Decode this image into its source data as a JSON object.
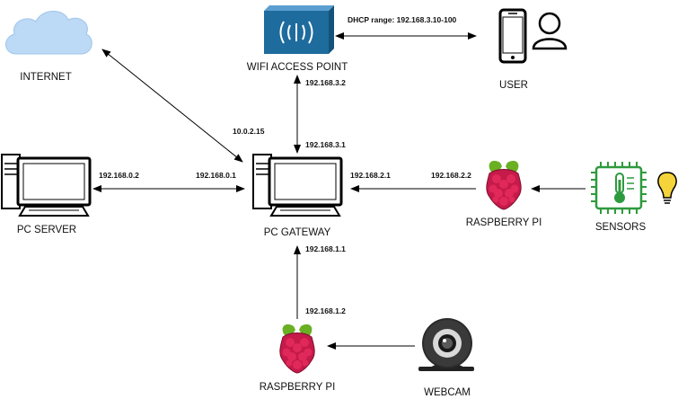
{
  "nodes": {
    "internet": "INTERNET",
    "wifi_access_point": "WIFI ACCESS POINT",
    "user": "USER",
    "pc_server": "PC SERVER",
    "pc_gateway": "PC GATEWAY",
    "raspberry_pi_right": "RASPBERRY PI",
    "sensors": "SENSORS",
    "raspberry_pi_bottom": "RASPBERRY PI",
    "webcam": "WEBCAM"
  },
  "edges": {
    "dhcp_range": "DHCP range: 192.168.3.10-100",
    "ap_ip": "192.168.3.2",
    "gateway_wifi_ip": "192.168.3.1",
    "gateway_internet_ip": "10.0.2.15",
    "server_ip": "192.168.0.2",
    "gateway_lan_ip": "192.168.0.1",
    "gateway_pi_ip": "192.168.2.1",
    "pi_right_ip": "192.168.2.2",
    "gateway_cam_ip": "192.168.1.1",
    "pi_bottom_ip": "192.168.1.2"
  },
  "colors": {
    "cloud": "#bcd9f5",
    "access_point": "#1e6b9e",
    "raspberry_red": "#c51a4a",
    "raspberry_leaf": "#6ab023",
    "sensor_green": "#2e9a3e",
    "bulb_yellow": "#f5d33a"
  },
  "icons": [
    "cloud-icon",
    "wifi-access-point-icon",
    "smartphone-icon",
    "user-icon",
    "pc-icon",
    "raspberry-pi-icon",
    "sensor-chip-icon",
    "light-bulb-icon",
    "webcam-icon"
  ]
}
